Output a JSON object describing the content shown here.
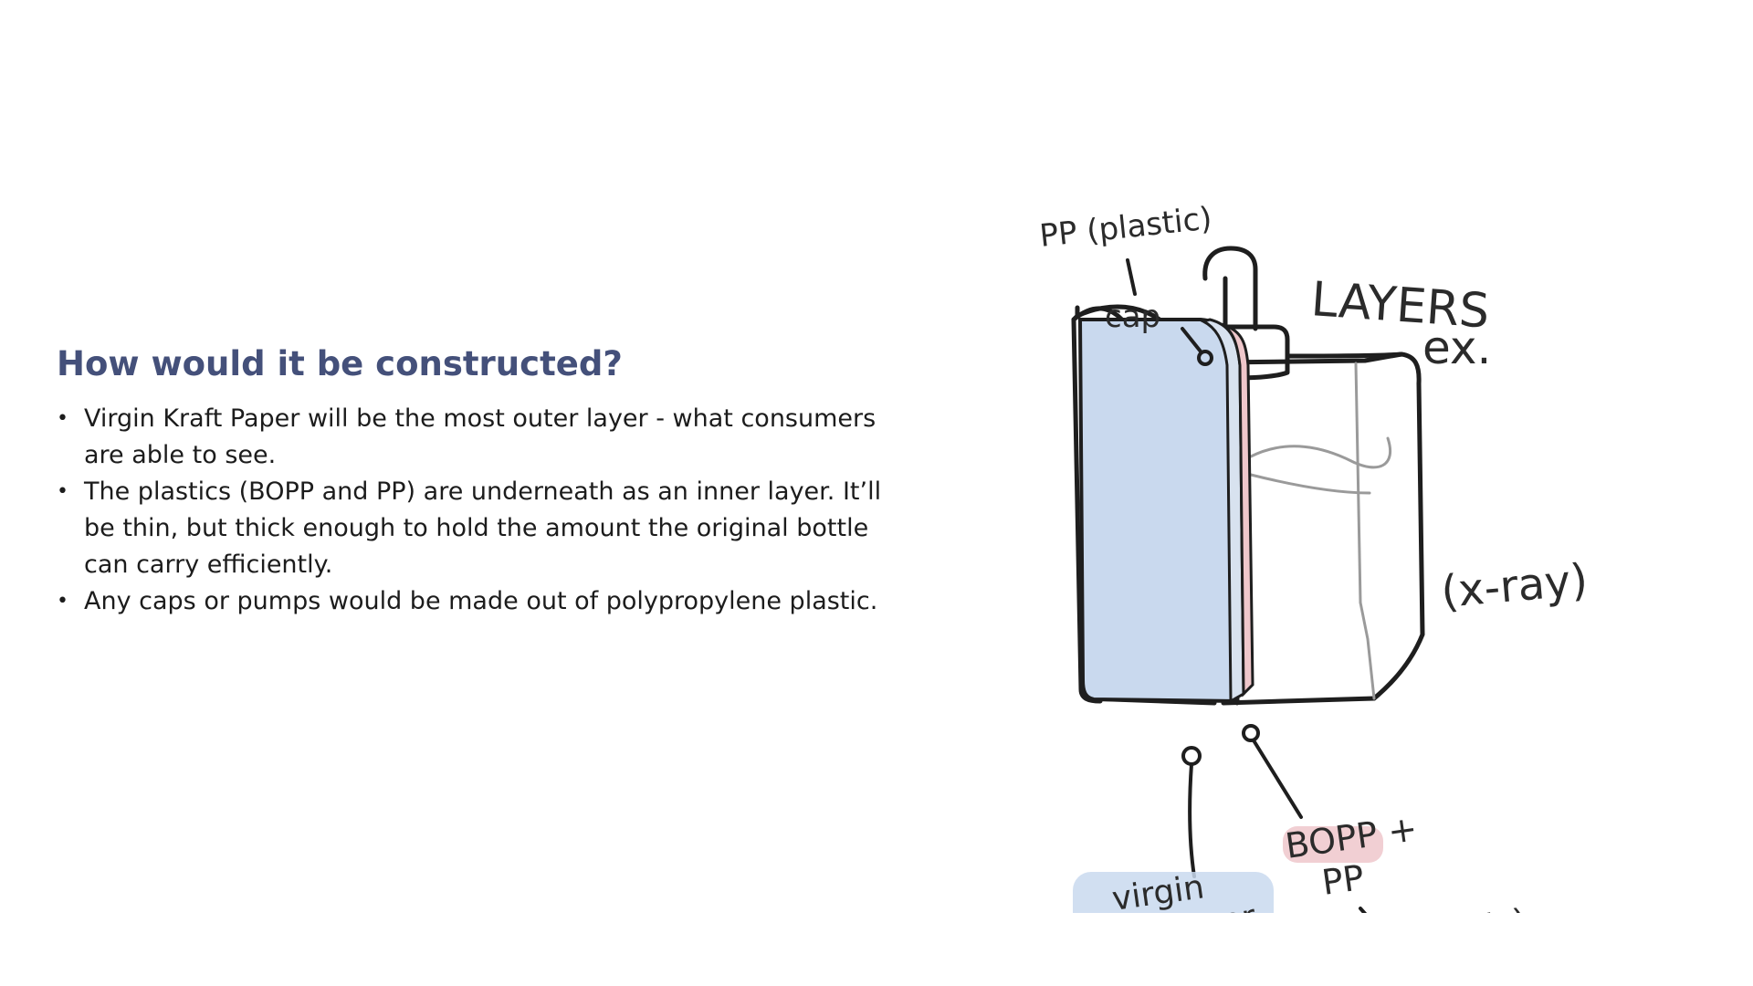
{
  "slide": {
    "heading": "How would it be constructed?",
    "bullets": [
      "Virgin Kraft Paper will be the most outer layer - what consumers are able to see.",
      "The plastics (BOPP and PP) are underneath as an inner layer. It’ll be thin, but thick enough to hold the amount the original bottle can carry efficiently.",
      "Any caps or pumps would be made out of polypropylene plastic."
    ],
    "bullet_glyph": "•"
  },
  "sketch": {
    "labels": {
      "pp_plastic": "PP (plastic)",
      "cap": "cap",
      "layers": "LAYERS",
      "ex": "ex.",
      "xray": "(x-ray)",
      "virgin": "virgin",
      "kraft_paper": "kraft paper",
      "bopp_plus": "BOPP +",
      "pp": "PP",
      "plastic": "(plastic)"
    },
    "colors": {
      "kraft_layer": "#c9d9ee",
      "plastic_layer": "#efc7cb",
      "outline": "#1e1e1e",
      "heading": "#44507a"
    }
  }
}
